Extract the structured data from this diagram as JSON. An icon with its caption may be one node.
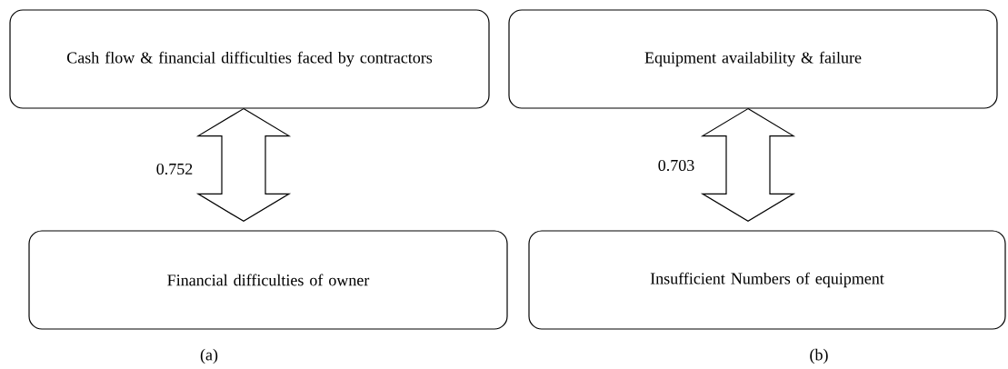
{
  "diagram": {
    "nodes": [
      {
        "text": [
          "Cash flow & financial difficulties faced by contractors"
        ]
      },
      {
        "text": [
          "Financial difficulties of owner"
        ]
      },
      {
        "text": [
          "Equipment availability & failure"
        ]
      },
      {
        "text": [
          "Insufficient Numbers of equipment"
        ]
      }
    ],
    "edges": [
      {
        "from": 0,
        "to": 1,
        "arrow": "both",
        "label": "0.752"
      },
      {
        "from": 2,
        "to": 3,
        "arrow": "both",
        "label": "0.703"
      }
    ],
    "labels": [
      "(a)",
      "(b)"
    ]
  }
}
